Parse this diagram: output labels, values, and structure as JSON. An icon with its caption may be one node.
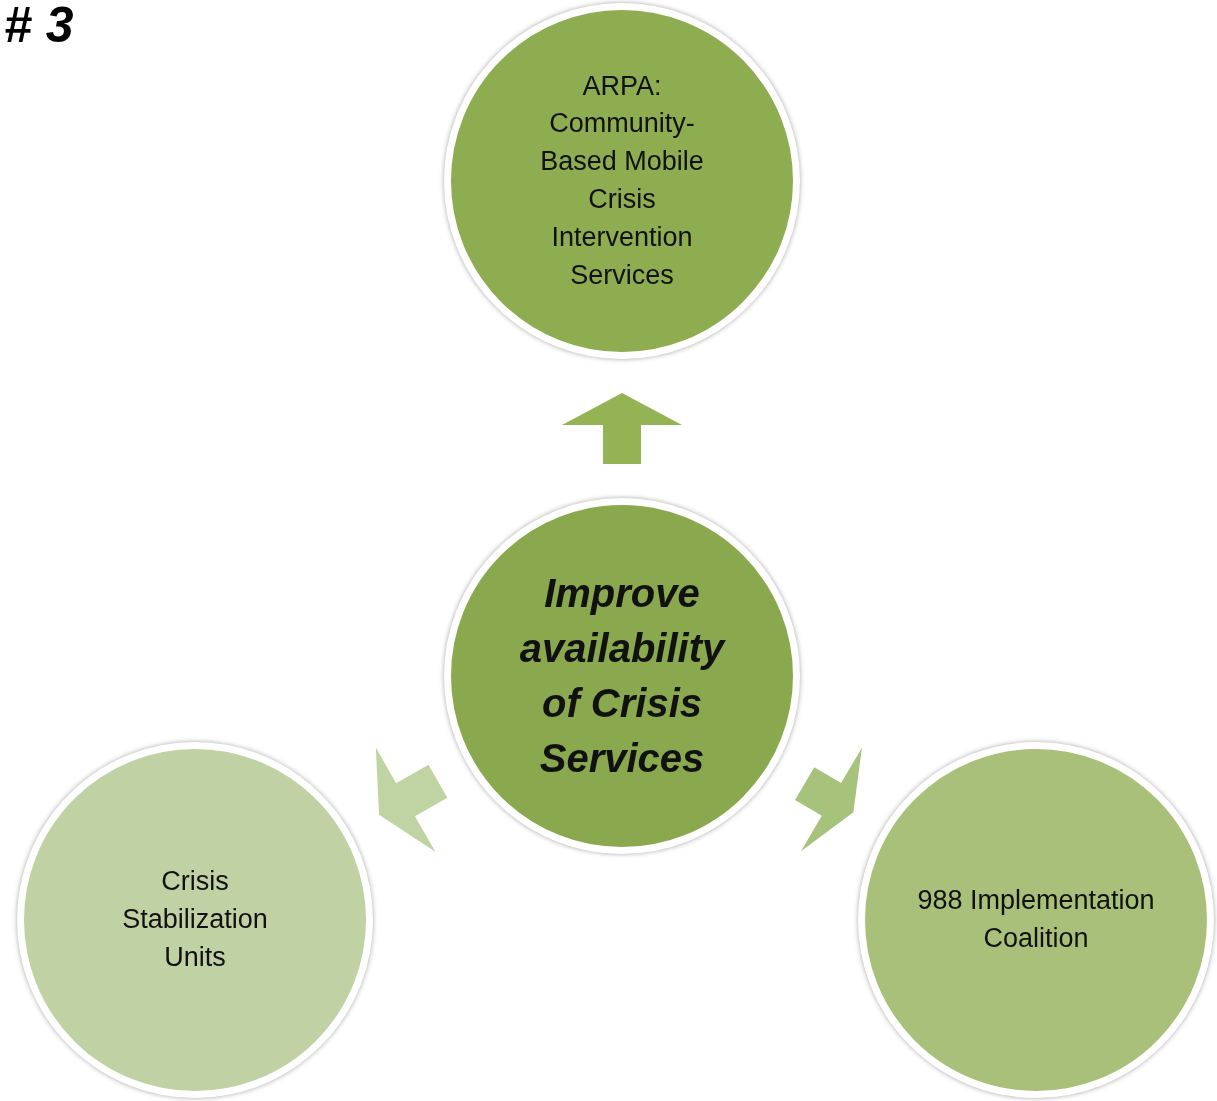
{
  "diagram": {
    "title": "# 3",
    "nodes": [
      {
        "text": [
          "ARPA: Community-Based Mobile Crisis Intervention Services"
        ]
      },
      {
        "text": [
          "Improve availability of Crisis Services"
        ]
      },
      {
        "text": [
          "Crisis Stabilization Units"
        ]
      },
      {
        "text": [
          "988 Implementation Coalition"
        ]
      }
    ],
    "edges": [
      {
        "from": 1,
        "to": 0,
        "arrow": "to",
        "color": "#94b354"
      },
      {
        "from": 1,
        "to": 2,
        "arrow": "to",
        "color": "#c0d3a3"
      },
      {
        "from": 1,
        "to": 3,
        "arrow": "to",
        "color": "#a7c27a"
      }
    ]
  }
}
